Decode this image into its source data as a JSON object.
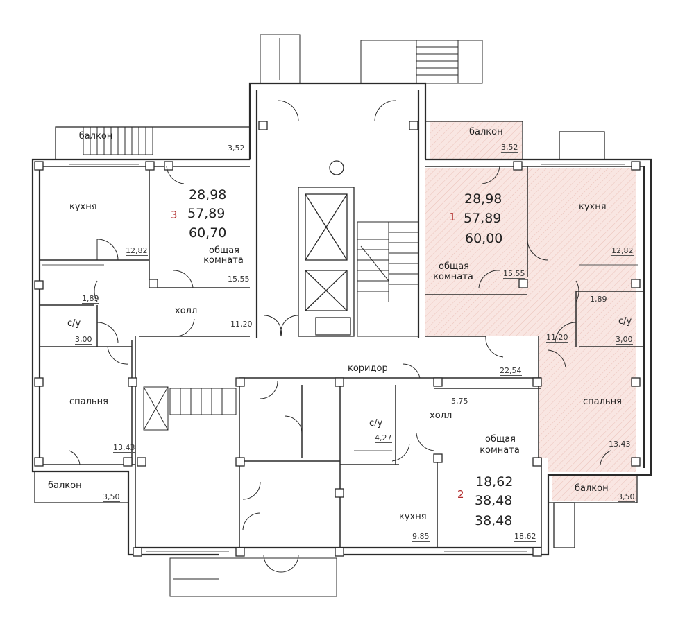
{
  "apartments": [
    {
      "number": "3",
      "living_area": "28,98",
      "total_area": "57,89",
      "area_with_balcony": "60,70"
    },
    {
      "number": "1",
      "living_area": "28,98",
      "total_area": "57,89",
      "area_with_balcony": "60,00"
    },
    {
      "number": "2",
      "living_area": "18,62",
      "total_area": "38,48",
      "area_with_balcony": "38,48"
    }
  ],
  "labels": {
    "balcony": "балкон",
    "kitchen": "кухня",
    "living_room_1": "общая",
    "living_room_2": "комната",
    "hall": "холл",
    "bathroom": "с/у",
    "bedroom": "спальня",
    "corridor": "коридор"
  },
  "areas": {
    "a3_balcony_top": "3,52",
    "a3_kitchen": "12,82",
    "a3_living": "15,55",
    "a3_toilet": "1,89",
    "a3_bath": "3,00",
    "a3_hall": "11,20",
    "a3_bedroom": "13,43",
    "a3_balcony_bottom": "3,50",
    "a1_balcony_top": "3,52",
    "a1_kitchen": "12,82",
    "a1_living": "15,55",
    "a1_toilet": "1,89",
    "a1_bath": "3,00",
    "a1_hall": "11,20",
    "a1_bedroom": "13,43",
    "a1_balcony_bottom": "3,50",
    "corridor": "22,54",
    "a2_hall": "5,75",
    "a2_bath": "4,27",
    "a2_kitchen": "9,85",
    "a2_living": "18,62"
  },
  "colors": {
    "wall": "#2a2a2a",
    "highlight_fill": "#f9e6e2",
    "highlight_hatch": "#e8b6ad",
    "apartment_number": "#b02a2a"
  }
}
